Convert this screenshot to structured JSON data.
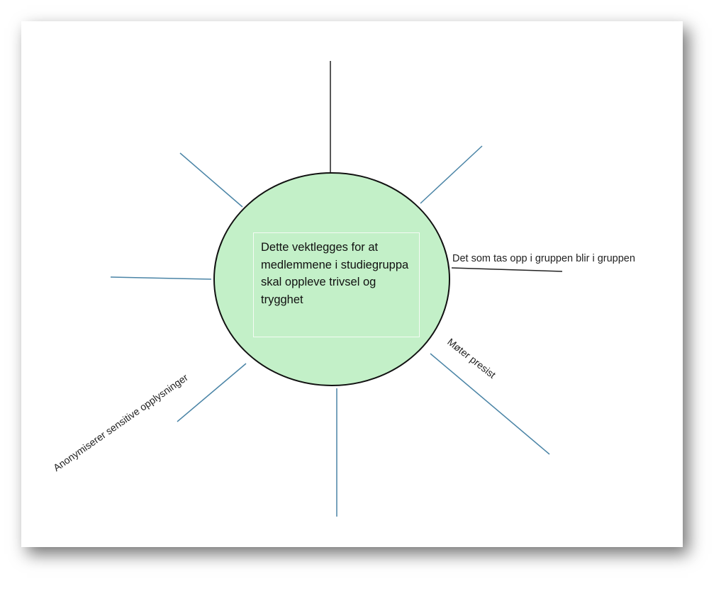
{
  "center": {
    "text": "Dette vektlegges for at medlemmene i studiegruppa skal oppleve trivsel og trygghet",
    "fill": "#c3f0c8"
  },
  "labels": {
    "right": "Det som tas opp i gruppen blir i gruppen",
    "lower_right": "Møter presist",
    "lower_left": "Anonymiserer sensitive opplysninger"
  },
  "colors": {
    "spoke": "#4a84a6",
    "dark_spoke": "#222222"
  }
}
